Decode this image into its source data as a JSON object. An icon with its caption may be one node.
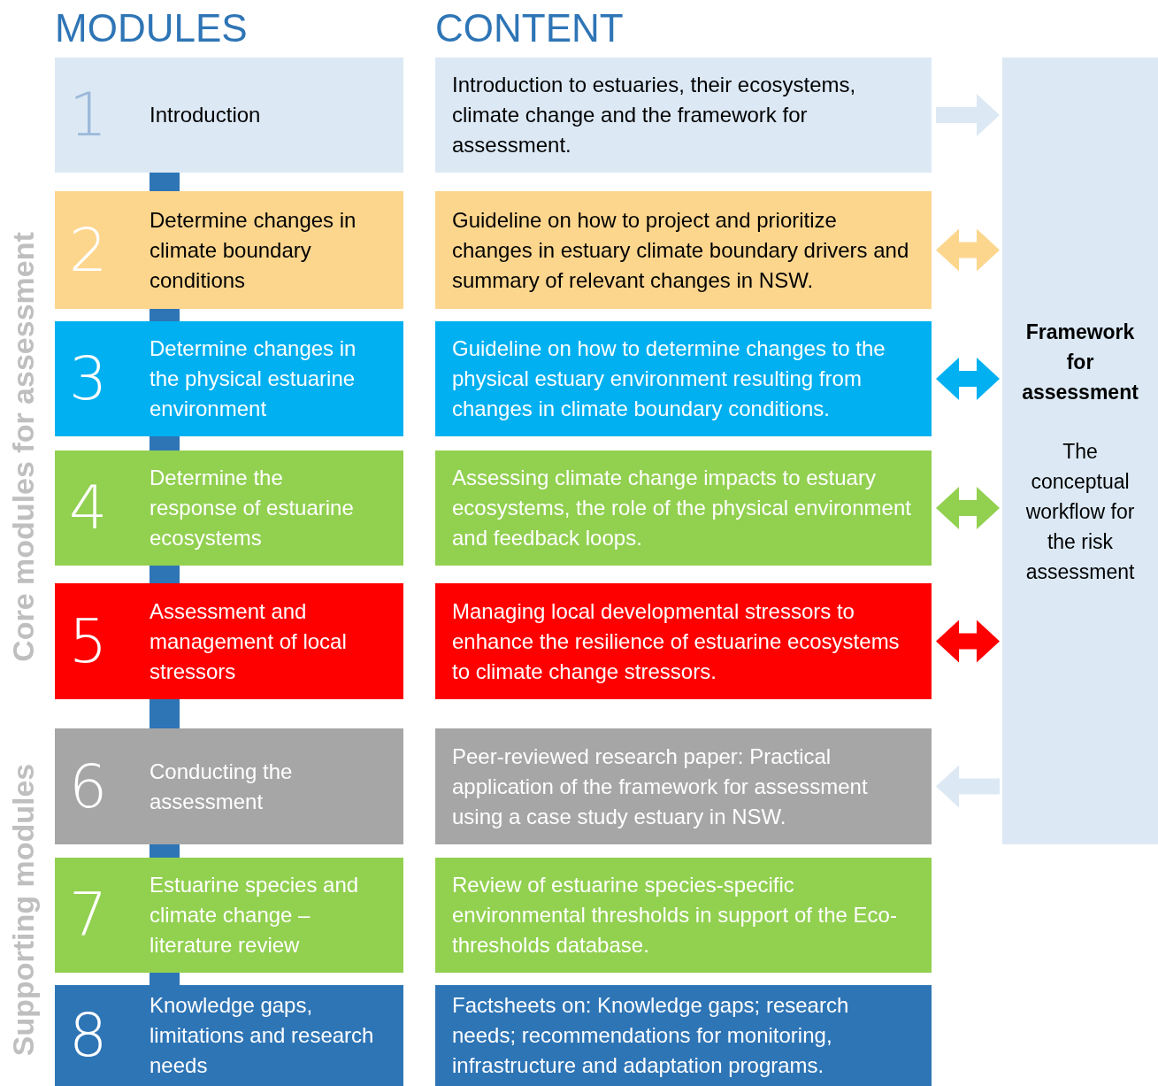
{
  "diagram": {
    "nodes": [
      {
        "text": [
          "1",
          "Introduction"
        ]
      },
      {
        "text": [
          "Introduction to estuaries, their ecosystems, climate change and the framework for assessment."
        ]
      },
      {
        "text": [
          "2",
          "Determine changes in climate boundary conditions"
        ]
      },
      {
        "text": [
          "Guideline on how to project and prioritize changes in estuary climate boundary drivers and summary of relevant changes in NSW."
        ]
      },
      {
        "text": [
          "3",
          "Determine changes in the physical estuarine environment"
        ]
      },
      {
        "text": [
          "Guideline on how to determine changes to the physical estuary environment resulting from changes in climate boundary conditions."
        ]
      },
      {
        "text": [
          "4",
          "Determine the response of estuarine ecosystems"
        ]
      },
      {
        "text": [
          "Assessing climate change impacts to estuary ecosystems, the role of the physical environment and feedback loops."
        ]
      },
      {
        "text": [
          "5",
          "Assessment and management of local stressors"
        ]
      },
      {
        "text": [
          "Managing local developmental stressors to enhance the resilience of estuarine ecosystems to climate change stressors."
        ]
      },
      {
        "text": [
          "6",
          "Conducting the assessment"
        ]
      },
      {
        "text": [
          "Peer-reviewed research paper: Practical application of the framework for assessment using a case study estuary in NSW."
        ]
      },
      {
        "text": [
          "7",
          "Estuarine species and climate change – literature review"
        ]
      },
      {
        "text": [
          "Review of estuarine species-specific environmental thresholds in support of the Eco-thresholds database."
        ]
      },
      {
        "text": [
          "8",
          "Knowledge gaps, limitations and research needs"
        ]
      },
      {
        "text": [
          "Factsheets on: Knowledge gaps; research needs; recommendations for monitoring, infrastructure and adaptation programs."
        ]
      },
      {
        "text": [
          "Framework for assessment",
          "The conceptual workflow for the risk assessment"
        ]
      }
    ],
    "edges": [
      {
        "from": 0,
        "to": 2,
        "arrow": "none",
        "color": "#2e75b6"
      },
      {
        "from": 2,
        "to": 4,
        "arrow": "none",
        "color": "#2e75b6"
      },
      {
        "from": 4,
        "to": 6,
        "arrow": "none",
        "color": "#2e75b6"
      },
      {
        "from": 6,
        "to": 8,
        "arrow": "none",
        "color": "#2e75b6"
      },
      {
        "from": 8,
        "to": 10,
        "arrow": "none",
        "color": "#2e75b6"
      },
      {
        "from": 10,
        "to": 12,
        "arrow": "none",
        "color": "#2e75b6"
      },
      {
        "from": 12,
        "to": 14,
        "arrow": "none",
        "color": "#2e75b6"
      },
      {
        "from": 1,
        "to": 16,
        "arrow": "to",
        "color": "#dce9f5"
      },
      {
        "from": 3,
        "to": 16,
        "arrow": "both",
        "color": "#fdd68e"
      },
      {
        "from": 5,
        "to": 16,
        "arrow": "both",
        "color": "#00b0f0"
      },
      {
        "from": 7,
        "to": 16,
        "arrow": "both",
        "color": "#92d050"
      },
      {
        "from": 9,
        "to": 16,
        "arrow": "both",
        "color": "#ff0000"
      },
      {
        "from": 16,
        "to": 11,
        "arrow": "to",
        "color": "#dce9f5"
      }
    ],
    "labels": [
      "MODULES",
      "CONTENT",
      "Core modules for assessment",
      "Supporting modules"
    ]
  }
}
